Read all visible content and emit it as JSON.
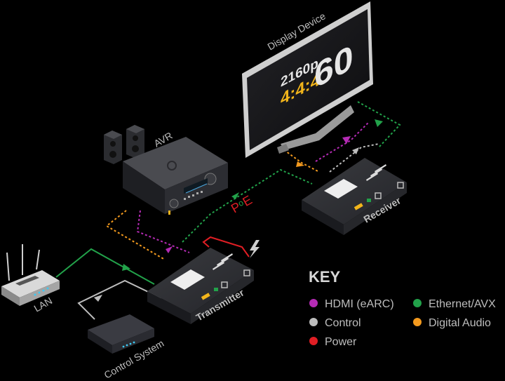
{
  "labels": {
    "display": "Display Device",
    "avr": "AVR",
    "receiver": "Receiver",
    "transmitter": "Transmitter",
    "lan": "LAN",
    "control_system": "Control System",
    "poe_p": "P",
    "poe_o": "o",
    "poe_e": "E"
  },
  "screen": {
    "resolution": "2160p",
    "refresh": "60",
    "chroma": "4:4:4"
  },
  "key": {
    "title": "KEY",
    "items": [
      {
        "label": "HDMI (eARC)",
        "color": "#b52bb5"
      },
      {
        "label": "Ethernet/AVX",
        "color": "#22a24a"
      },
      {
        "label": "Control",
        "color": "#bdbdbd"
      },
      {
        "label": "Digital Audio",
        "color": "#f39a1e"
      },
      {
        "label": "Power",
        "color": "#e01e24"
      }
    ]
  },
  "colors": {
    "hdmi": "#b52bb5",
    "ethernet": "#22a24a",
    "control": "#bdbdbd",
    "audio": "#f39a1e",
    "power": "#e01e24",
    "yellow": "#f2b51b"
  }
}
